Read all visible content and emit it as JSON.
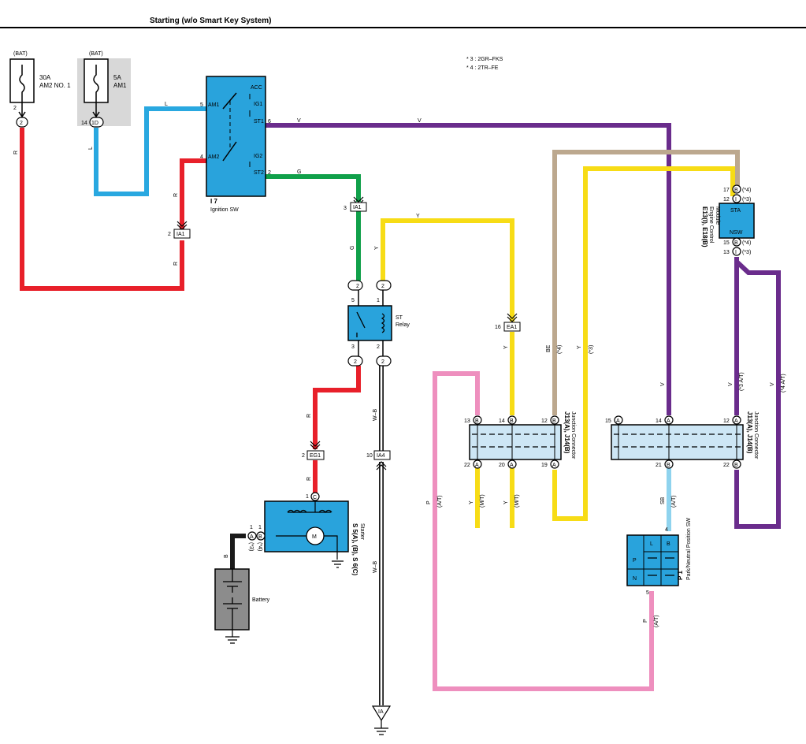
{
  "title": "Starting (w/o Smart Key System)",
  "notes": [
    "* 3 : 2GR–FKS",
    "* 4 : 2TR–FE"
  ],
  "colors": {
    "red": "#e8202a",
    "blue": "#29a8e0",
    "purple": "#6a2c8c",
    "green": "#10a04a",
    "yellow": "#f7dc16",
    "tan": "#bca88e",
    "pink": "#ee8fbe",
    "lightblue": "#8fd3ee",
    "black": "#1a1a1a",
    "relay_fill": "#29a3dc",
    "connector_fill": "#cde6f5",
    "battery_fill": "#8c8c8c",
    "gray_panel": "#d8d8d8"
  },
  "fuses": {
    "am2": {
      "source": "(BAT)",
      "rating": "30A",
      "name": "AM2 NO. 1",
      "pin": "2",
      "conn": "2"
    },
    "am1": {
      "source": "(BAT)",
      "rating": "5A",
      "name": "AM1",
      "pin": "14",
      "conn": "1D"
    }
  },
  "ignition_sw": {
    "id": "I 7",
    "name": "Ignition SW",
    "terminals": [
      "AM1",
      "AM2",
      "ACC",
      "IG1",
      "ST1",
      "IG2",
      "ST2"
    ],
    "pins": {
      "am1": "5",
      "am2": "4",
      "st1": "6",
      "st2": "2"
    }
  },
  "connectors": {
    "ia1_top": {
      "pin": "3",
      "label": "IA1"
    },
    "ia1_left": {
      "pin": "2",
      "label": "IA1"
    },
    "ea1": {
      "pin": "16",
      "label": "EA1"
    },
    "eg1": {
      "pin": "2",
      "label": "EG1"
    },
    "ia4": {
      "pin": "10",
      "label": "IA4"
    },
    "ia_ground": {
      "label": "IA"
    }
  },
  "st_relay": {
    "name": "ST",
    "name2": "Relay",
    "pins_top": [
      "5",
      "1"
    ],
    "pins_bottom": [
      "3",
      "2"
    ],
    "conn_top": [
      "2",
      "2"
    ],
    "conn_bottom": [
      "2",
      "2"
    ]
  },
  "starter": {
    "id": "S 5(A), (B), S 6(C)",
    "name": "Starter",
    "motor": "M",
    "pin_c": "1",
    "conn_c": "C",
    "pin_a": "1",
    "conn_a": "A",
    "pin_b": "1",
    "conn_b": "B",
    "note_a": "(*3)",
    "note_b": "(*4)"
  },
  "battery": {
    "name": "Battery"
  },
  "ecm": {
    "id": "E13(I), E18(B)",
    "name": "Engine Control",
    "name2": "Module",
    "sta": "STA",
    "nsw": "NSW",
    "pins": [
      {
        "num": "17",
        "conn": "B",
        "note": "(*4)"
      },
      {
        "num": "12",
        "conn": "I",
        "note": "(*3)"
      },
      {
        "num": "15",
        "conn": "B",
        "note": "(*4)"
      },
      {
        "num": "13",
        "conn": "I",
        "note": "(*3)"
      }
    ]
  },
  "junction_left": {
    "id": "J13(A), J14(B)",
    "name": "Junction Connector",
    "top_pins": [
      {
        "num": "13",
        "conn": "B"
      },
      {
        "num": "14",
        "conn": "B"
      },
      {
        "num": "12",
        "conn": "B"
      }
    ],
    "bottom_pins": [
      {
        "num": "22",
        "conn": "A"
      },
      {
        "num": "20",
        "conn": "A"
      },
      {
        "num": "19",
        "conn": "A"
      }
    ]
  },
  "junction_right": {
    "id": "J13(A), J14(B)",
    "name": "Junction Connector",
    "top_pins": [
      {
        "num": "15",
        "conn": "A"
      },
      {
        "num": "14",
        "conn": "A"
      },
      {
        "num": "12",
        "conn": "A"
      }
    ],
    "bottom_pins": [
      {
        "num": "21",
        "conn": "B"
      },
      {
        "num": "22",
        "conn": "B"
      }
    ]
  },
  "pnp_sw": {
    "id": "P 1",
    "name": "Park/Neutral Position SW",
    "cells": [
      "L",
      "B",
      "P",
      "N"
    ],
    "pin_top": "4",
    "pin_bottom": "5"
  },
  "wire_labels": {
    "r": "R",
    "l": "L",
    "v": "V",
    "g": "G",
    "y": "Y",
    "be": "BE",
    "wb": "W–B",
    "p": "P",
    "sb": "SB",
    "b": "B",
    "at": "(A/T)",
    "mt": "(M/T)",
    "star4": "(*4)",
    "star3": "(*3)",
    "star3at": "(*3 A/T)",
    "star4at": "(*4 A/T)"
  }
}
